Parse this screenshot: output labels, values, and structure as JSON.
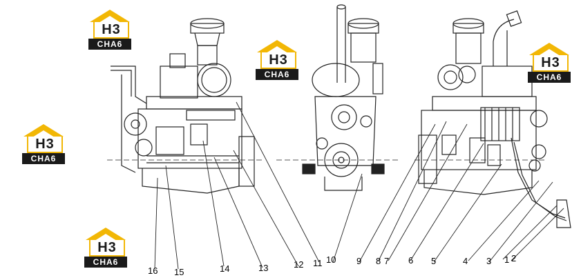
{
  "logo": {
    "main": "H3",
    "band": "CHA6"
  },
  "callouts": [
    "1",
    "2",
    "3",
    "4",
    "5",
    "6",
    "7",
    "8",
    "9",
    "10",
    "11",
    "12",
    "13",
    "14",
    "15",
    "16"
  ],
  "colors": {
    "logo_yellow": "#f2b705",
    "logo_dark": "#1a1a1a",
    "line": "#222222"
  }
}
